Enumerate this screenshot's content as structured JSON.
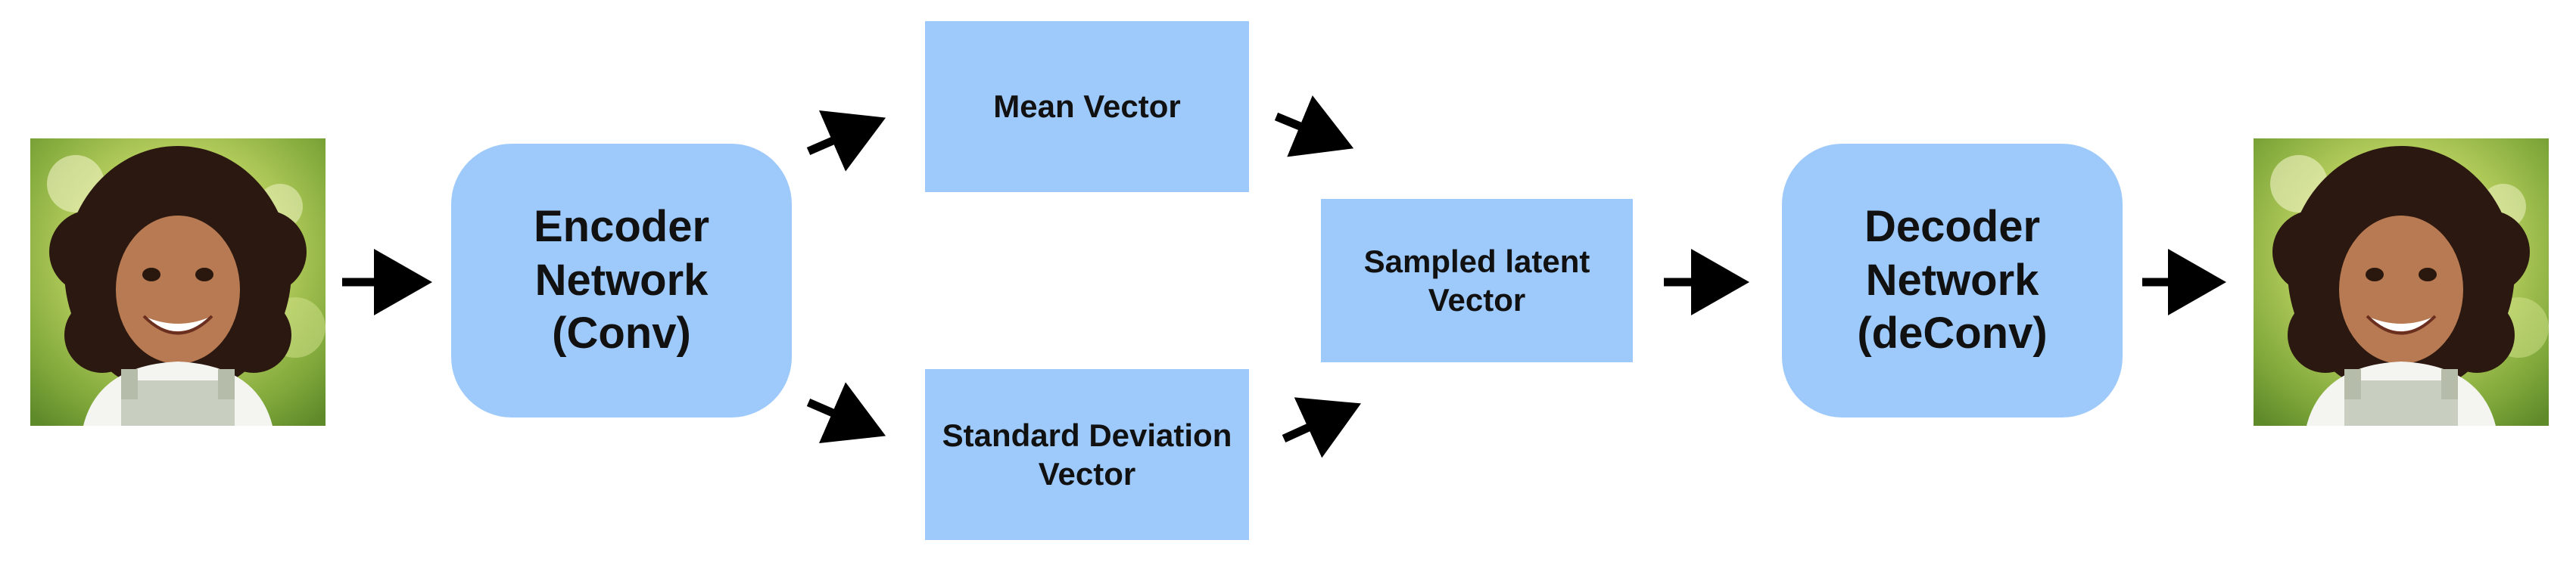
{
  "diagram": {
    "encoder": {
      "label": "Encoder\nNetwork\n(Conv)"
    },
    "mean": {
      "label": "Mean Vector"
    },
    "stddev": {
      "label": "Standard Deviation\nVector"
    },
    "latent": {
      "label": "Sampled latent\nVector"
    },
    "decoder": {
      "label": "Decoder\nNetwork\n(deConv)"
    }
  },
  "colors": {
    "box_fill": "#9ec9fb",
    "arrow": "#000000",
    "text": "#111111"
  },
  "icons": {
    "input_image": "child-photo-input",
    "output_image": "child-photo-output"
  }
}
